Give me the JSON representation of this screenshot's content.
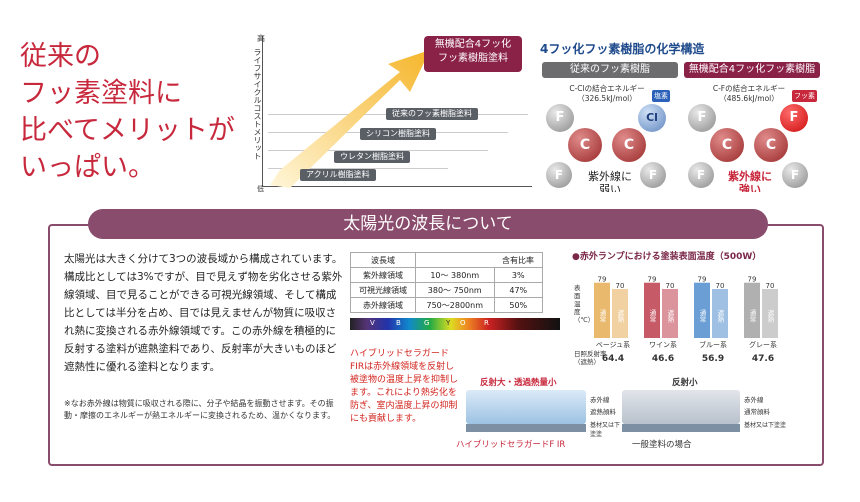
{
  "headline": [
    "従来の",
    "フッ素塗料に",
    "比べてメリットが",
    "いっぱい。"
  ],
  "ladder": {
    "axis_high": "高",
    "axis_label": "ライフサイクルコストメリット",
    "axis_low": "低",
    "steps": [
      "アクリル樹脂塗料",
      "ウレタン樹脂塗料",
      "シリコン樹脂塗料",
      "従来のフッ素樹脂塗料"
    ],
    "top": [
      "無機配合4フッ化",
      "フッ素樹脂塗料"
    ]
  },
  "chem": {
    "title": "4フッ化フッ素樹脂の化学構造",
    "left": {
      "box": "従来のフッ素樹脂",
      "energy1": "C-Clの結合エネルギー",
      "energy2": "（326.5kJ/mol）",
      "tag": "塩素",
      "uv": "紫外線に",
      "uv2": "弱い"
    },
    "right": {
      "box": "無機配合4フッ化フッ素樹脂",
      "energy1": "C-Fの結合エネルギー",
      "energy2": "（485.6kJ/mol）",
      "tag": "フッ素",
      "uv": "紫外線に",
      "uv2": "強い"
    },
    "atoms": {
      "F": "F",
      "C": "C",
      "Cl": "Cl"
    },
    "colors": {
      "left_box": "#6d6d70",
      "right_box": "#8a2146"
    }
  },
  "banner": "太陽光の波長について",
  "body": "太陽光は大きく分けて3つの波長域から構成されています。構成比としては3%ですが、目で見えず物を劣化させる紫外線領域、目で見ることができる可視光線領域、そして構成比としては半分を占め、目では見えませんが物質に吸収され熱に変換される赤外線領域です。この赤外線を積極的に反射する塗料が遮熱塗料であり、反射率が大きいものほど遮熱性に優れる塗料となります。",
  "note": "※なお赤外線は物質に吸収される際に、分子や結晶を振動させます。その振動・摩擦のエネルギーが熱エネルギーに変換されるため、温かくなります。",
  "wave_table": {
    "headers": [
      "波長域",
      "",
      "含有比率"
    ],
    "rows": [
      [
        "紫外線領域",
        "10〜 380nm",
        "3%"
      ],
      [
        "可視光線領域",
        "380〜 750nm",
        "47%"
      ],
      [
        "赤外線領域",
        "750〜2800nm",
        "50%"
      ]
    ]
  },
  "spectrum_letters": [
    "V",
    "B",
    "G",
    "Y",
    "O",
    "R"
  ],
  "hybrid_text": "ハイブリッドセラガードFIRは赤外線領域を反射し被塗物の温度上昇を抑制します。これにより熱劣化を防ぎ、室内温度上昇の抑制にも貢献します。",
  "diagrams": {
    "left_top": "反射大・透過熱量小",
    "left_bottom": "ハイブリッドセラガードF IR",
    "right_top": "反射小",
    "right_bottom": "一般塗料の場合",
    "legend_ir": "赤外線",
    "legend_heat": "遮熱顔料",
    "legend_normal": "通常顔料",
    "legend_base": "基材又は下塗塗"
  },
  "chart_data": {
    "type": "bar",
    "title": "●赤外ランプにおける塗装表面温度（500W）",
    "ylabel": "表面温度（℃）",
    "categories": [
      "ベージュ系",
      "ワイン系",
      "ブルー系",
      "グレー系"
    ],
    "series": [
      {
        "name": "通常",
        "values": [
          79,
          79,
          79,
          79
        ]
      },
      {
        "name": "遮熱",
        "values": [
          70,
          70,
          70,
          70
        ]
      }
    ],
    "row_label1": "日照反射率",
    "row_label2": "（遮熱）",
    "reflectance": [
      "64.4",
      "46.6",
      "56.9",
      "47.6"
    ],
    "ylim": [
      0,
      100
    ],
    "colors": [
      "#e9b96e",
      "#c75a67",
      "#6b9ed4",
      "#b0b0b0"
    ]
  }
}
